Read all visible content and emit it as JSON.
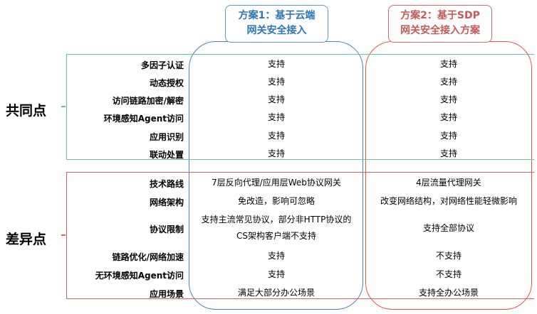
{
  "plans": [
    {
      "title_line1": "方案1：基于云端",
      "title_line2": "网关安全接入"
    },
    {
      "title_line1": "方案2：基于SDP",
      "title_line2": "网关安全接入方案"
    }
  ],
  "groups": {
    "same": {
      "label": "共同点",
      "rows": [
        {
          "feature": "多因子认证",
          "plan1": "支持",
          "plan2": "支持"
        },
        {
          "feature": "动态授权",
          "plan1": "支持",
          "plan2": "支持"
        },
        {
          "feature": "访问链路加密/解密",
          "plan1": "支持",
          "plan2": "支持"
        },
        {
          "feature": "环境感知Agent访问",
          "plan1": "支持",
          "plan2": "支持"
        },
        {
          "feature": "应用识别",
          "plan1": "支持",
          "plan2": "支持"
        },
        {
          "feature": "联动处置",
          "plan1": "支持",
          "plan2": "支持"
        }
      ]
    },
    "diff": {
      "label": "差异点",
      "rows": [
        {
          "feature": "技术路线",
          "plan1": "7层反向代理/应用层Web协议网关",
          "plan2": "4层流量代理网关"
        },
        {
          "feature": "网络架构",
          "plan1": "免改造，影响可忽略",
          "plan2": "改变网络结构，对网络性能轻微影响"
        },
        {
          "feature": "协议限制",
          "plan1_line1": "支持主流常见协议，部分非HTTP协议的",
          "plan1_line2": "CS架构客户端不支持",
          "plan2": "支持全部协议"
        },
        {
          "feature": "链路优化/网络加速",
          "plan1": "支持",
          "plan2": "不支持"
        },
        {
          "feature": "无环境感知Agent访问",
          "plan1": "支持",
          "plan2": "不支持"
        },
        {
          "feature": "应用场景",
          "plan1": "满足大部分办公场景",
          "plan2": "支持全办公场景"
        }
      ]
    }
  },
  "colors": {
    "plan1": "#4a7fcf",
    "plan2": "#e8563a",
    "same_bracket": "#5fc7a8",
    "diff_bracket": "#e06060"
  }
}
